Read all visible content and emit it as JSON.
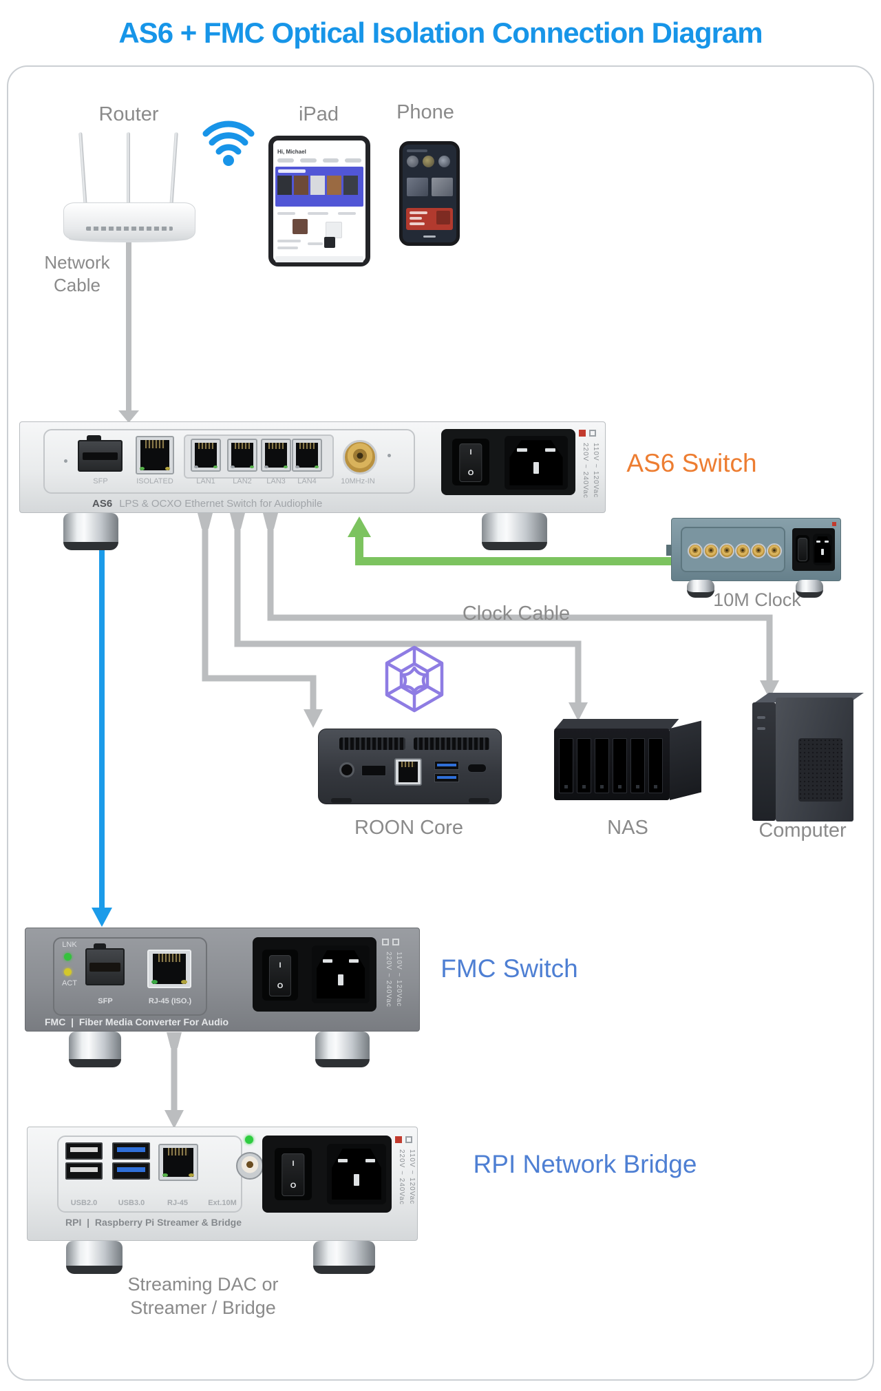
{
  "title": "AS6 + FMC Optical Isolation Connection Diagram",
  "colors": {
    "title_blue": "#1795E8",
    "accent_orange": "#ED7D31",
    "device_label_blue": "#4E7FD3",
    "text_gray": "#8A8A8A",
    "cable_gray": "#BBBDBF",
    "cable_blue": "#1B9BE9",
    "cable_green": "#7CC35F",
    "roon_purple": "#8E7CE3"
  },
  "top": {
    "router_label": "Router",
    "ipad_label": "iPad",
    "phone_label": "Phone",
    "ipad_greeting": "Hi, Michael"
  },
  "cables": {
    "network_line1": "Network",
    "network_line2": "Cable",
    "clock_label": "Clock Cable"
  },
  "power": {
    "rocker_on": "I",
    "rocker_off": "O",
    "v110": "110V ~ 120Vac",
    "v220": "220V ~ 240Vac"
  },
  "as6": {
    "name": "AS6 Switch",
    "model": "AS6",
    "caption": "LPS & OCXO Ethernet Switch for Audiophile",
    "ports": {
      "sfp": "SFP",
      "isolated": "ISOLATED",
      "lan1": "LAN1",
      "lan2": "LAN2",
      "lan3": "LAN3",
      "lan4": "LAN4",
      "clock_in": "10MHz-IN"
    }
  },
  "clock": {
    "name": "10M Clock"
  },
  "roon": {
    "name": "ROON Core"
  },
  "nas": {
    "name": "NAS"
  },
  "computer": {
    "name": "Computer"
  },
  "fmc": {
    "name": "FMC Switch",
    "led_link": "LNK",
    "led_act": "ACT",
    "model": "FMC",
    "separator": "|",
    "caption": "Fiber Media Converter For Audio",
    "ports": {
      "sfp": "SFP",
      "rj45": "RJ-45 (ISO.)"
    }
  },
  "rpi": {
    "name": "RPI Network Bridge",
    "model": "RPI",
    "separator": "|",
    "caption": "Raspberry Pi Streamer & Bridge",
    "ports": {
      "usb2": "USB2.0",
      "usb3": "USB3.0",
      "rj45": "RJ-45",
      "ext10m": "Ext.10M"
    }
  },
  "dac": {
    "line1": "Streaming DAC or",
    "line2": "Streamer / Bridge"
  }
}
